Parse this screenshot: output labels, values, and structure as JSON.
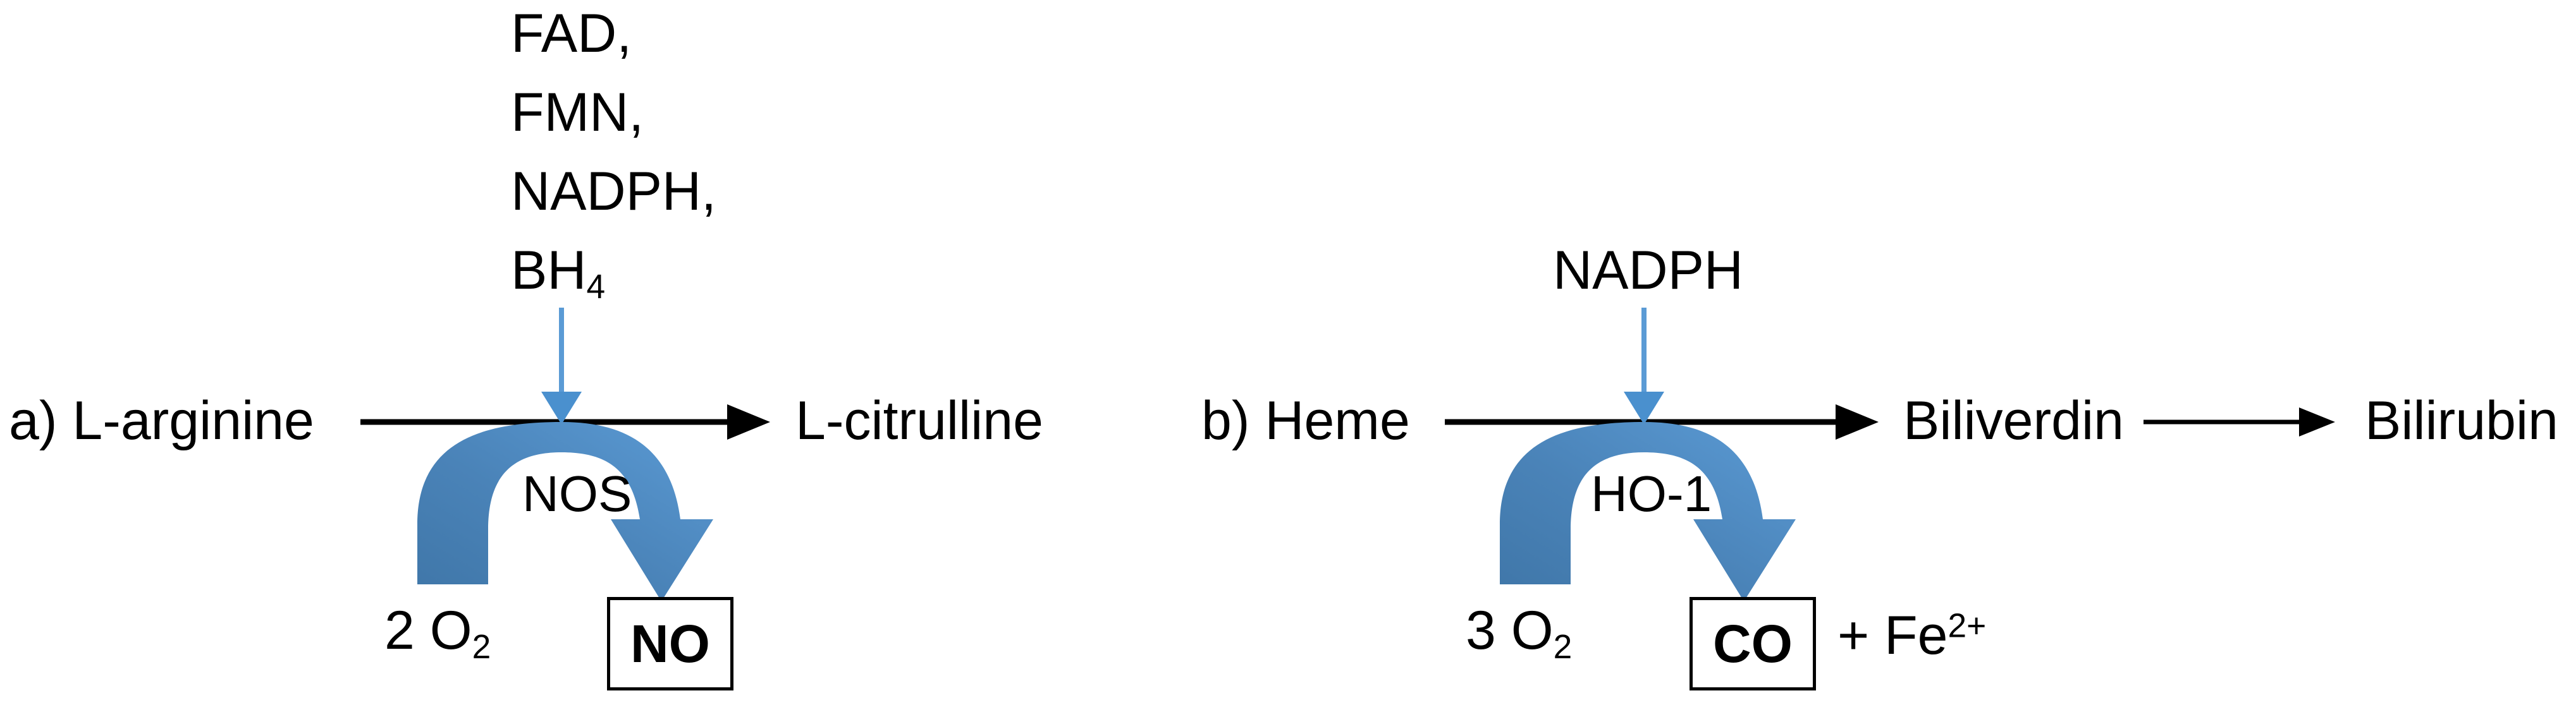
{
  "figure": {
    "type": "biochemical-pathway-diagram",
    "background": "#ffffff",
    "colors": {
      "text": "#000000",
      "reaction_arrow": "#000000",
      "curved_arrow_tail": "#3F76A8",
      "curved_arrow_head": "#5B9BD5",
      "cofactor_arrow": "#5B9BD5"
    }
  },
  "panels": [
    {
      "id": "a",
      "name": "nitric-oxide-synthase-reaction",
      "panel_label": "a)",
      "substrate": "L-arginine",
      "product": "L-citrulline",
      "enzyme": "NOS",
      "cofactors": [
        "FAD,",
        "FMN,",
        "NADPH,",
        "BH"
      ],
      "cofactor_last_subscript": "4",
      "cosubstrate": {
        "coefficient": "2",
        "formula": "O",
        "subscript": "2"
      },
      "boxed_product": "NO"
    },
    {
      "id": "b",
      "name": "heme-oxygenase-reaction",
      "panel_label": "b)",
      "substrate": "Heme",
      "product": "Biliverdin",
      "downstream_product": "Bilirubin",
      "enzyme": "HO-1",
      "cofactors": [
        "NADPH"
      ],
      "cosubstrate": {
        "coefficient": "3",
        "formula": "O",
        "subscript": "2"
      },
      "boxed_product": "CO",
      "byproduct": {
        "plus": "+",
        "formula": "Fe",
        "superscript": "2+"
      }
    }
  ]
}
